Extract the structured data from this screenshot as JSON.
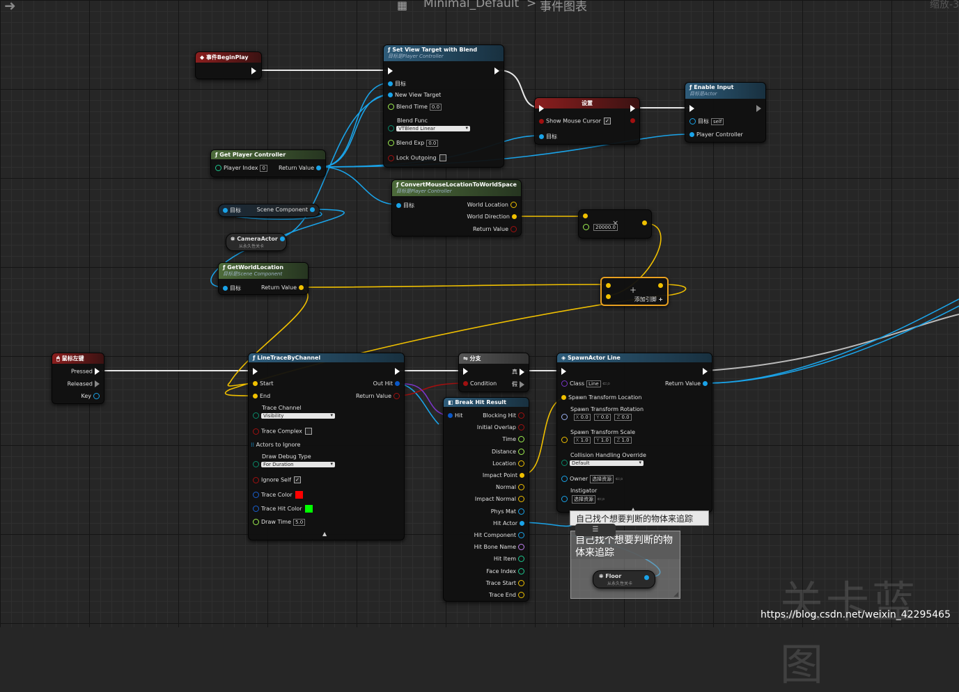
{
  "breadcrumb": {
    "graph": "Minimal_Default",
    "sep": ">",
    "page": "事件图表"
  },
  "zoom_label": "缩放-3",
  "watermark": "https://blog.csdn.net/weixin_42295465",
  "bg_watermark": "关卡蓝图",
  "nodes": {
    "begin_play": {
      "title": "事件BeginPlay"
    },
    "set_view_target": {
      "title": "Set View Target with Blend",
      "sub": "目标是Player Controller",
      "target": "目标",
      "new_view_target": "New View Target",
      "blend_time": "Blend Time",
      "blend_time_val": "0.0",
      "blend_func": "Blend Func",
      "blend_func_val": "VTBlend Linear",
      "blend_exp": "Blend Exp",
      "blend_exp_val": "0.0",
      "lock_outgoing": "Lock Outgoing"
    },
    "set_node": {
      "title": "设置",
      "show_cursor": "Show Mouse Cursor",
      "target": "目标"
    },
    "enable_input": {
      "title": "Enable Input",
      "sub": "目标是Actor",
      "target": "目标",
      "self": "self",
      "player_controller": "Player Controller"
    },
    "get_player_controller": {
      "title": "Get Player Controller",
      "player_index": "Player Index",
      "player_index_val": "0",
      "return_value": "Return Value"
    },
    "convert_mouse": {
      "title": "ConvertMouseLocationToWorldSpace",
      "sub": "目标是Player Controller",
      "target": "目标",
      "world_location": "World Location",
      "world_direction": "World Direction",
      "return_value": "Return Value"
    },
    "scene_component": {
      "target": "目标",
      "label": "Scene Component"
    },
    "camera_actor": {
      "title": "CameraActor",
      "sub": "从永久性关卡"
    },
    "multiply": {
      "value": "20000.0",
      "symbol": "×"
    },
    "get_world_location": {
      "title": "GetWorldLocation",
      "sub": "目标是Scene Component",
      "target": "目标",
      "return_value": "Return Value"
    },
    "add": {
      "symbol": "+",
      "add_pin": "添加引脚"
    },
    "mouse_left": {
      "title": "鼠标左键",
      "pressed": "Pressed",
      "released": "Released",
      "key": "Key"
    },
    "line_trace": {
      "title": "LineTraceByChannel",
      "start": "Start",
      "end": "End",
      "out_hit": "Out Hit",
      "return_value": "Return Value",
      "trace_channel": "Trace Channel",
      "trace_channel_val": "Visibility",
      "trace_complex": "Trace Complex",
      "actors_to_ignore": "Actors to Ignore",
      "draw_debug_type": "Draw Debug Type",
      "draw_debug_val": "For Duration",
      "ignore_self": "Ignore Self",
      "trace_color": "Trace Color",
      "trace_hit_color": "Trace Hit Color",
      "draw_time": "Draw Time",
      "draw_time_val": "5.0",
      "trace_color_hex": "#ff0000",
      "trace_hit_color_hex": "#00ff00"
    },
    "branch": {
      "title": "分支",
      "condition": "Condition",
      "true": "真",
      "false": "假"
    },
    "break_hit": {
      "title": "Break Hit Result",
      "hit": "Hit",
      "outputs": [
        "Blocking Hit",
        "Initial Overlap",
        "Time",
        "Distance",
        "Location",
        "Impact Point",
        "Normal",
        "Impact Normal",
        "Phys Mat",
        "Hit Actor",
        "Hit Component",
        "Hit Bone Name",
        "Hit Item",
        "Face Index",
        "Trace Start",
        "Trace End"
      ]
    },
    "spawn_actor": {
      "title": "SpawnActor Line",
      "class": "Class",
      "class_val": "Line",
      "return_value": "Return Value",
      "spawn_loc": "Spawn Transform Location",
      "spawn_rot": "Spawn Transform Rotation",
      "spawn_scale": "Spawn Transform Scale",
      "rx": "0.0",
      "ry": "0.0",
      "rz": "0.0",
      "sx": "1.0",
      "sy": "1.0",
      "sz": "1.0",
      "collision": "Collision Handling Override",
      "collision_val": "Default",
      "owner": "Owner",
      "owner_val": "选择资源",
      "instigator": "Instigator",
      "instigator_val": "选择资源",
      "axis_x": "X",
      "axis_y": "Y",
      "axis_z": "Z"
    },
    "tooltip": {
      "text": "自己找个想要判断的物体来追踪"
    },
    "comment": {
      "text": "自己找个想要判断的物体来追踪",
      "floor": "Floor",
      "floor_sub": "从永久性关卡"
    }
  },
  "colors": {
    "exec": "#ffffff",
    "object": "#00a8f0",
    "vector": "#f5c400",
    "bool": "#8b0000",
    "struct": "#0a58c8",
    "float": "#9ff04f"
  }
}
